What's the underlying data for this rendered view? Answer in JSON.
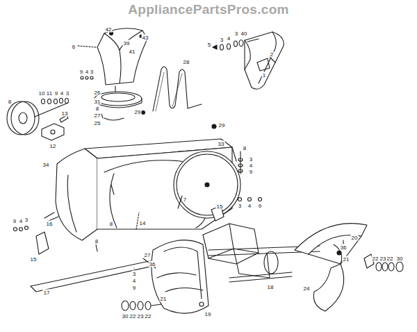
{
  "diagram": {
    "labels": [
      "AppliancePartsPros.com",
      "42",
      "43",
      "39",
      "41",
      "6",
      "5",
      "3",
      "4",
      "3",
      "40",
      "2",
      "1",
      "9",
      "4",
      "3",
      "28",
      "26",
      "31",
      "8",
      "27",
      "25",
      "29",
      "29",
      "10",
      "11",
      "9",
      "4",
      "3",
      "8",
      "13",
      "12",
      "33",
      "8",
      "3",
      "4",
      "9",
      "34",
      "15",
      "3",
      "4",
      "9",
      "7",
      "16",
      "9",
      "4",
      "3",
      "8",
      "14",
      "8",
      "15",
      "17",
      "3",
      "4",
      "9",
      "27",
      "36",
      "21",
      "30",
      "22",
      "23",
      "22",
      "19",
      "18",
      "20",
      "36",
      "21",
      "24",
      "22",
      "23",
      "22",
      "30"
    ]
  }
}
